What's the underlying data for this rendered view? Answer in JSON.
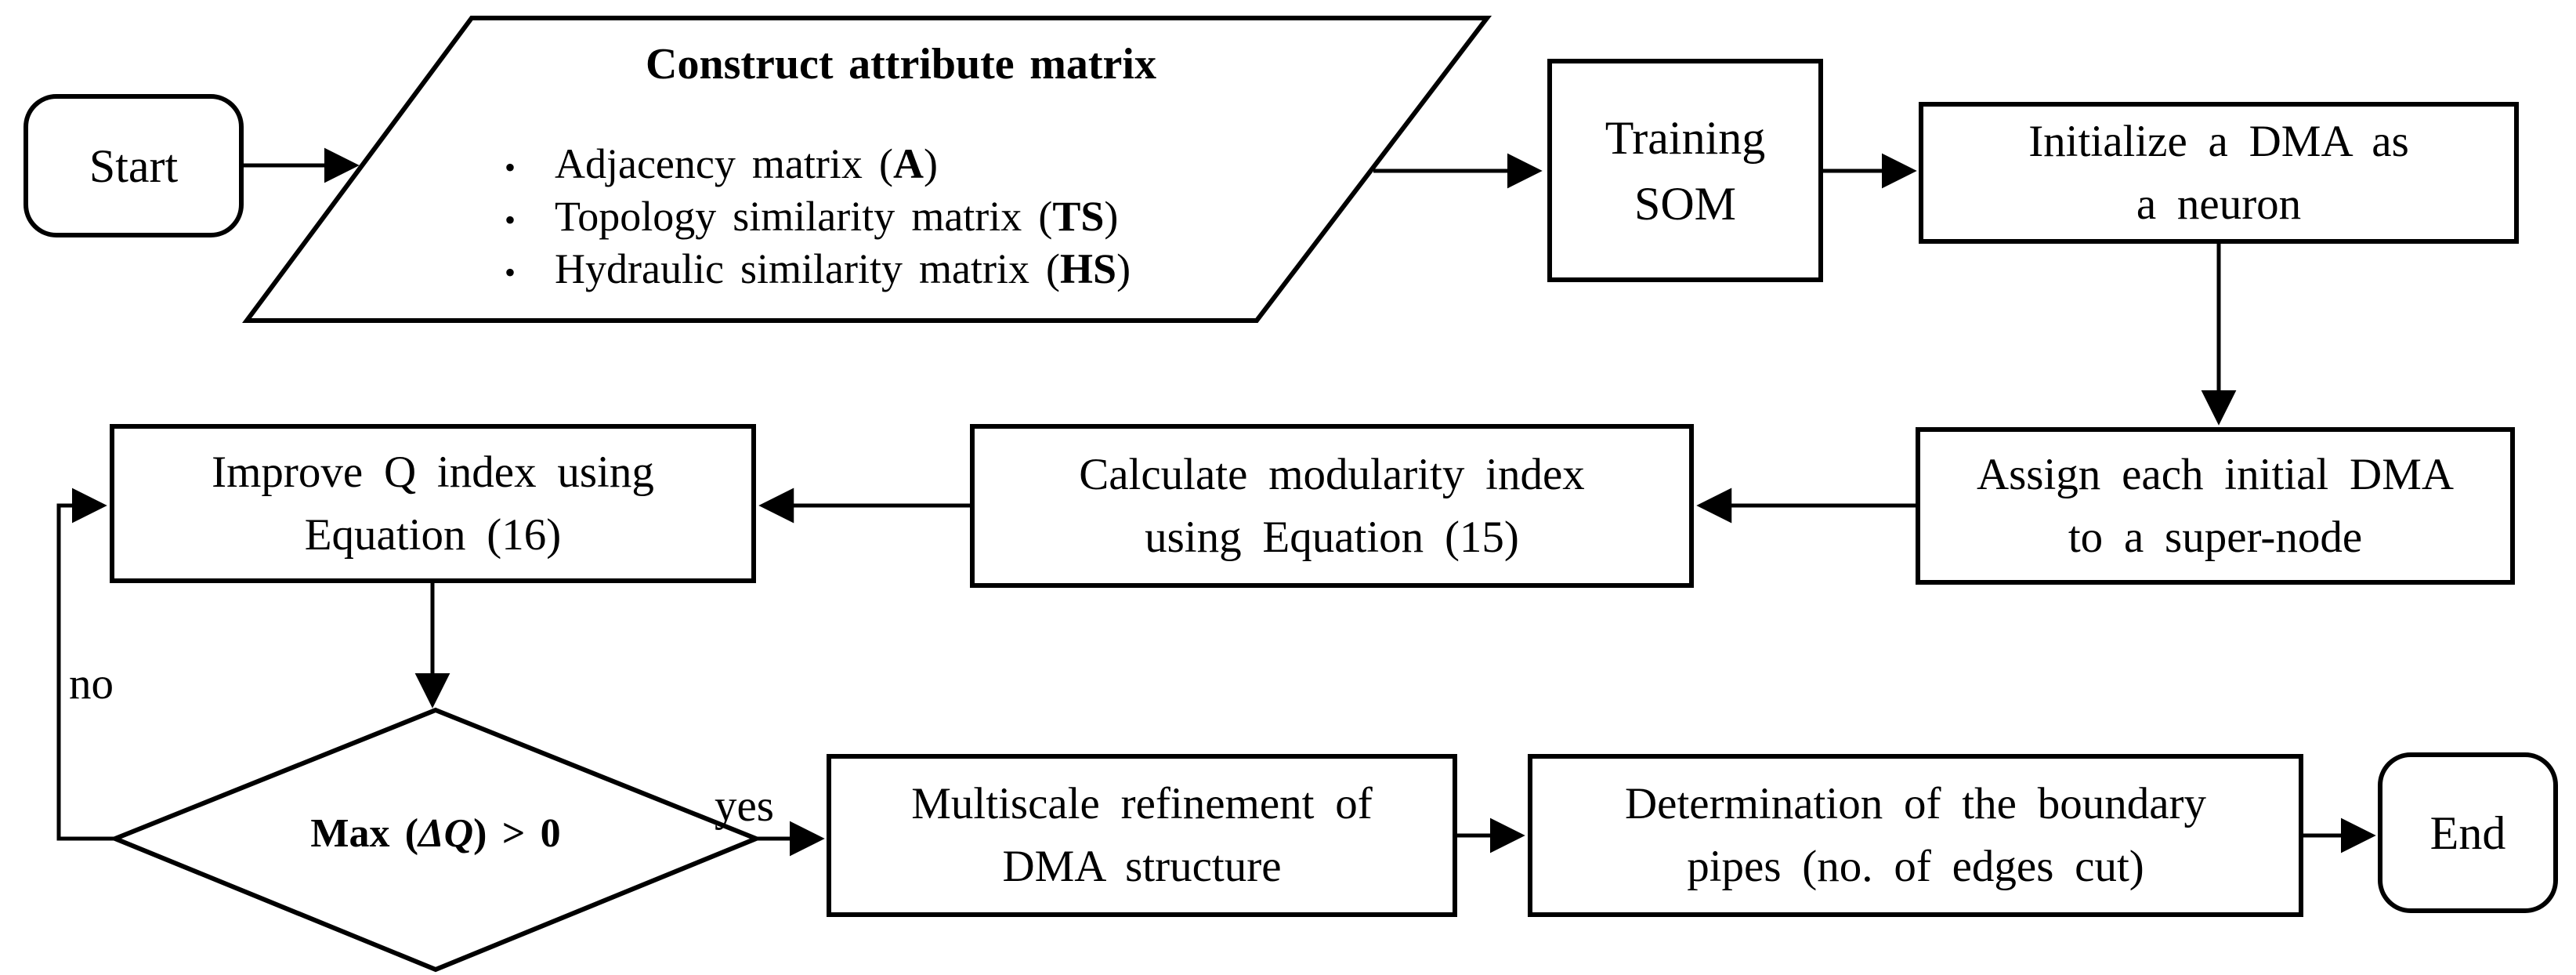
{
  "diagram": {
    "start": {
      "label": "Start"
    },
    "attribute_matrix": {
      "title": "Construct attribute matrix",
      "bullet_char": "•",
      "bullets": [
        {
          "pre": "Adjacency matrix (",
          "bold": "A",
          "post": ")"
        },
        {
          "pre": "Topology similarity matrix (",
          "bold": "TS",
          "post": ")"
        },
        {
          "pre": "Hydraulic similarity matrix (",
          "bold": "HS",
          "post": ")"
        }
      ]
    },
    "training_som": {
      "lines": [
        "Training",
        "SOM"
      ]
    },
    "initialize_neuron": {
      "lines": [
        "Initialize a DMA as",
        "a neuron"
      ]
    },
    "assign_supernode": {
      "lines": [
        "Assign each initial DMA",
        "to a super-node"
      ]
    },
    "calculate_modularity": {
      "lines": [
        "Calculate modularity index",
        "using Equation (15)"
      ]
    },
    "improve_q": {
      "lines": [
        "Improve Q index using",
        "Equation (16)"
      ]
    },
    "decision": {
      "pre": "Max (",
      "var": "ΔQ",
      "post": ") > 0"
    },
    "branch_labels": {
      "yes": "yes",
      "no": "no"
    },
    "multiscale": {
      "lines": [
        "Multiscale refinement of",
        "DMA structure"
      ]
    },
    "boundary_pipes": {
      "lines": [
        "Determination of the boundary",
        "pipes (no. of edges cut)"
      ]
    },
    "end": {
      "label": "End"
    }
  }
}
